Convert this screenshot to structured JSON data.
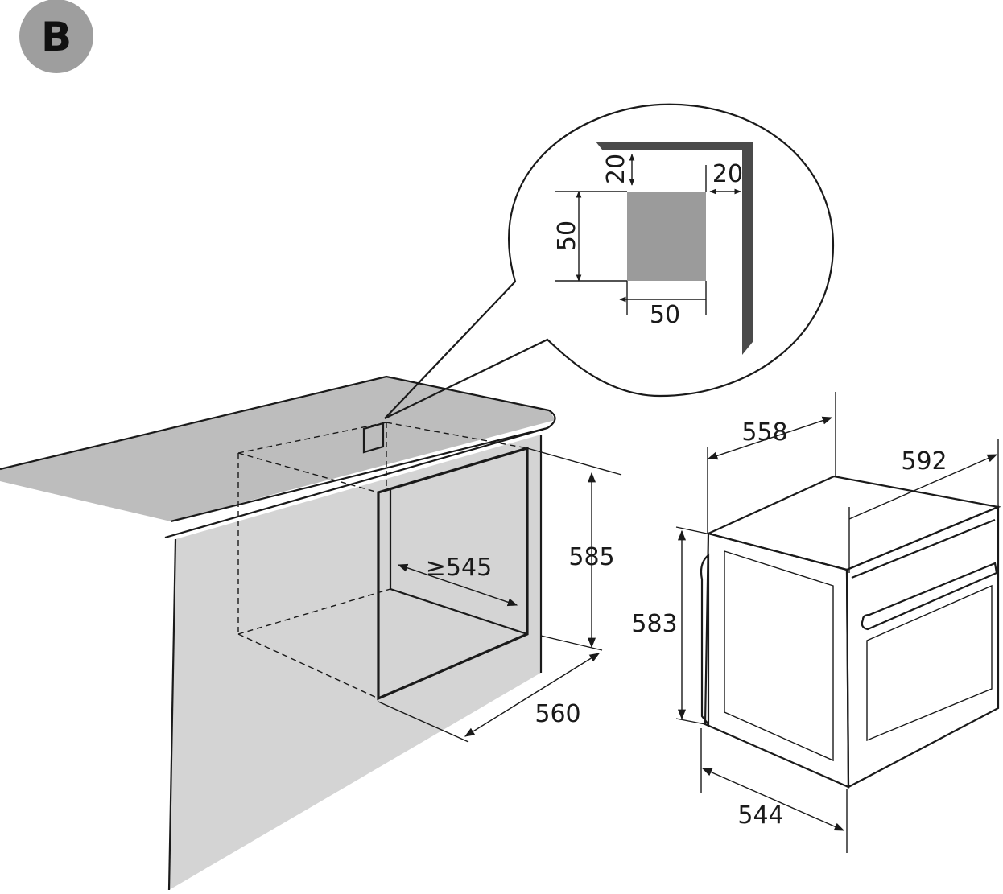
{
  "badge": {
    "label": "B"
  },
  "colors": {
    "countertop": "#bdbdbd",
    "cabinet": "#d4d4d4",
    "vent": "#9b9b9b",
    "oven_top": "#e5e5e7",
    "oven_side": "#dcdcdc",
    "oven_window": "#8a8a8a",
    "ink": "#1a1a1a"
  },
  "detail": {
    "vent_top_gap": "20",
    "vent_side_gap": "20",
    "vent_height": "50",
    "vent_width": "50"
  },
  "niche": {
    "height": "585",
    "depth_min": "≥545",
    "width": "560"
  },
  "oven": {
    "depth": "558",
    "width": "592",
    "height": "583",
    "body_width": "544"
  }
}
